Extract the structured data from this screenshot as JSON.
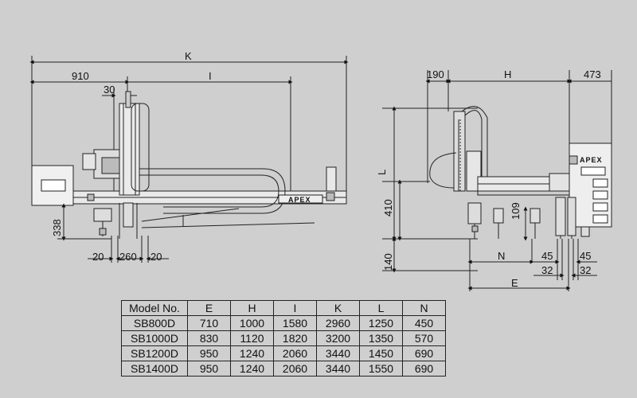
{
  "side_view": {
    "labels": {
      "K": "K",
      "I": "I",
      "d910": "910",
      "d30": "30",
      "d338": "338",
      "d20a": "20",
      "d260": "260",
      "d20b": "20"
    },
    "brand": "APEX"
  },
  "front_view": {
    "labels": {
      "d190": "190",
      "H": "H",
      "d473": "473",
      "L": "L",
      "d410": "410",
      "d109": "109",
      "d140": "140",
      "N": "N",
      "d45a": "45",
      "d45b": "45",
      "d32a": "32",
      "d32b": "32",
      "E": "E"
    },
    "brand": "APEX"
  },
  "table": {
    "headers": [
      "Model No.",
      "E",
      "H",
      "I",
      "K",
      "L",
      "N"
    ],
    "rows": [
      [
        "SB800D",
        "710",
        "1000",
        "1580",
        "2960",
        "1250",
        "450"
      ],
      [
        "SB1000D",
        "830",
        "1120",
        "1820",
        "3200",
        "1350",
        "570"
      ],
      [
        "SB1200D",
        "950",
        "1240",
        "2060",
        "3440",
        "1450",
        "690"
      ],
      [
        "SB1400D",
        "950",
        "1240",
        "2060",
        "3440",
        "1550",
        "690"
      ]
    ]
  }
}
